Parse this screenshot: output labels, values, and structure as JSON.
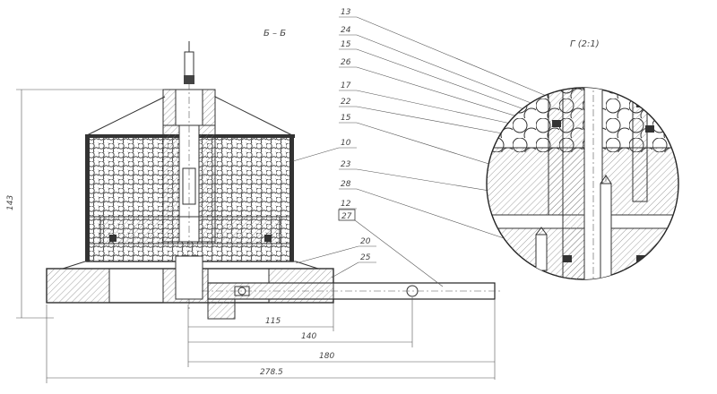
{
  "drawing": {
    "section_label": "Б – Б",
    "detail_label": "Г (2:1)",
    "callouts_right": [
      "13",
      "24",
      "15",
      "26",
      "17",
      "22",
      "15"
    ],
    "callouts_mid": [
      "10",
      "23",
      "28",
      "12",
      "27",
      "20",
      "25"
    ],
    "dimensions": {
      "vertical": "143",
      "d1": "115",
      "d2": "140",
      "d3": "180",
      "d4": "278.5"
    }
  },
  "colors": {
    "line": "#333333",
    "hatch": "#777777",
    "background": "#ffffff"
  }
}
